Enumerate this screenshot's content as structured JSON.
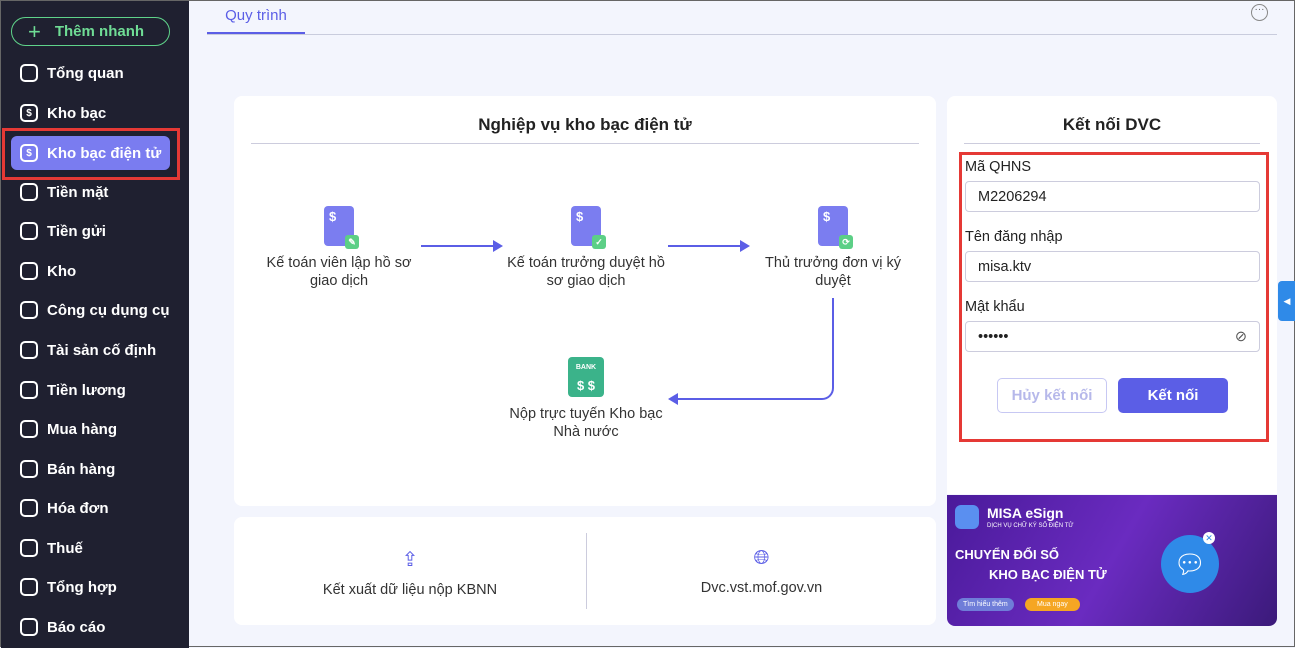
{
  "sidebar": {
    "quick_add": "Thêm nhanh",
    "items": [
      {
        "label": "Tổng quan",
        "icon": "pie-chart-icon"
      },
      {
        "label": "Kho bạc",
        "icon": "treasury-icon"
      },
      {
        "label": "Kho bạc điện tử",
        "icon": "e-treasury-icon"
      },
      {
        "label": "Tiền mặt",
        "icon": "cash-icon"
      },
      {
        "label": "Tiền gửi",
        "icon": "deposit-icon"
      },
      {
        "label": "Kho",
        "icon": "warehouse-icon"
      },
      {
        "label": "Công cụ dụng cụ",
        "icon": "tools-icon"
      },
      {
        "label": "Tài sản cố định",
        "icon": "truck-icon"
      },
      {
        "label": "Tiền lương",
        "icon": "salary-icon"
      },
      {
        "label": "Mua hàng",
        "icon": "cart-icon"
      },
      {
        "label": "Bán hàng",
        "icon": "shop-icon"
      },
      {
        "label": "Hóa đơn",
        "icon": "invoice-icon"
      },
      {
        "label": "Thuế",
        "icon": "bank-icon"
      },
      {
        "label": "Tổng hợp",
        "icon": "summary-icon"
      },
      {
        "label": "Báo cáo",
        "icon": "report-icon"
      }
    ]
  },
  "tab": "Quy trình",
  "process": {
    "title": "Nghiệp vụ kho bạc điện tử",
    "steps": [
      "Kế toán viên lập hồ sơ giao dịch",
      "Kế toán trưởng duyệt hồ sơ giao dịch",
      "Thủ trưởng đơn vị ký duyệt",
      "Nộp trực tuyến Kho bạc Nhà nước"
    ],
    "bank_label": "BANK"
  },
  "links": {
    "export": "Kết xuất dữ liệu nộp KBNN",
    "website": "Dvc.vst.mof.gov.vn"
  },
  "dvc": {
    "title": "Kết nối DVC",
    "code_label": "Mã QHNS",
    "code": "M2206294",
    "user_label": "Tên đăng nhập",
    "user": "misa.ktv",
    "pass_label": "Mật khẩu",
    "pass": "••••••",
    "cancel": "Hủy kết nối",
    "connect": "Kết nối"
  },
  "banner": {
    "brand": "MISA eSign",
    "sub": "DỊCH VỤ CHỮ KÝ SỐ ĐIỆN TỬ",
    "line1": "CHUYỂN ĐỔI SỐ",
    "line2": "KHO BẠC ĐIỆN TỬ",
    "learn": "Tìm hiểu thêm",
    "buy": "Mua ngay"
  },
  "colors": {
    "accent": "#5b5ee6",
    "sidebar": "#1f2030",
    "active": "#7a7cf0"
  }
}
